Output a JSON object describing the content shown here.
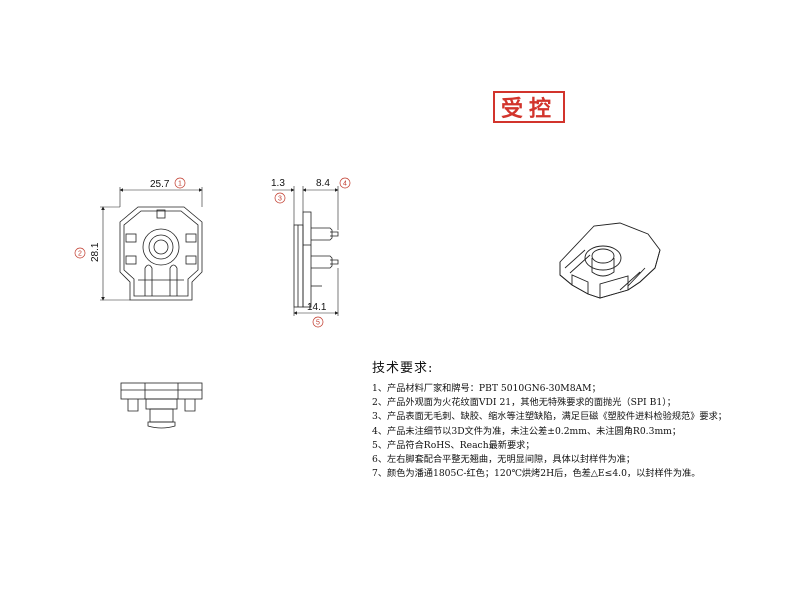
{
  "stamp": {
    "text": "受控",
    "color": "#d2342c"
  },
  "front_view": {
    "width_dim": "25.7",
    "width_ref": "1",
    "height_dim": "28.1",
    "height_ref": "2"
  },
  "side_view": {
    "top_left_dim": "1.3",
    "top_left_ref": "3",
    "top_right_dim": "8.4",
    "top_right_ref": "4",
    "bottom_dim": "14.1",
    "bottom_ref": "5"
  },
  "colors": {
    "line": "#222222",
    "ref_circle": "#c0392b"
  },
  "tech_requirements": {
    "title": "技术要求:",
    "items": [
      "1、产品材料厂家和牌号：PBT 5010GN6-30M8AM；",
      "2、产品外观面为火花纹面VDI 21，其他无特殊要求的面抛光（SPI B1）；",
      "3、产品表面无毛刺、缺胶、缩水等注塑缺陷，满足巨磁《塑胶件进料检验规范》要求；",
      "4、产品未注细节以3D文件为准，未注公差±0.2mm、未注圆角R0.3mm；",
      "5、产品符合RoHS、Reach最新要求；",
      "6、左右脚套配合平整无翘曲，无明显间隙，具体以封样件为准；",
      "7、颜色为潘通1805C-红色；120℃烘烤2H后，色差△E≤4.0，以封样件为准。"
    ]
  }
}
